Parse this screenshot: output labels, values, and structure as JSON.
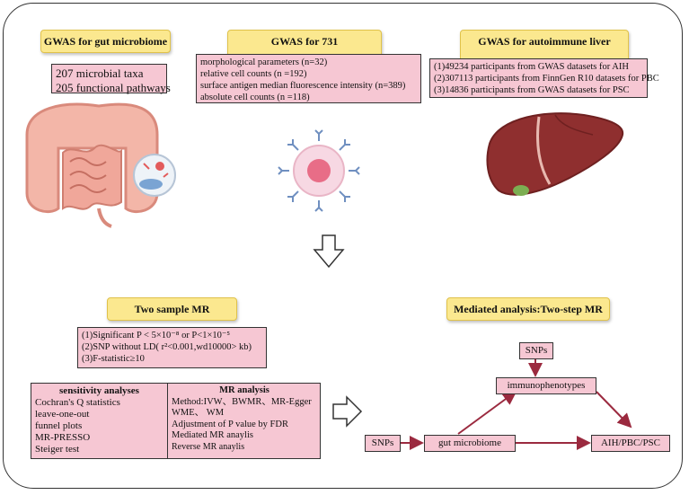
{
  "top": {
    "gut": {
      "title": "GWAS for gut microbiome",
      "lines": [
        "207 microbial taxa",
        "205 functional pathways"
      ]
    },
    "immuno": {
      "title": "GWAS for 731 immunophenotypes",
      "lines": [
        "morphological parameters (n=32)",
        "relative cell counts (n =192)",
        "surface antigen median fluorescence intensity (n=389)",
        "absolute cell counts (n =118)"
      ]
    },
    "liver": {
      "title": "GWAS for autoimmune liver diseases",
      "lines": [
        "(1)49234 participants from GWAS datasets for AIH",
        "(2)307113 participants from FinnGen R10 datasets for PBC",
        "(3)14836 participants from GWAS datasets for PSC"
      ]
    }
  },
  "mr": {
    "title": "Two sample MR",
    "criteria": [
      "(1)Significant P < 5×10⁻⁸ or P<1×10⁻⁵",
      "(2)SNP without LD( r²<0.001,wd10000> kb)",
      "(3)F-statistic≥10"
    ],
    "sensitivity_title": "sensitivity analyses",
    "sensitivity": [
      "Cochran's Q statistics",
      "leave-one-out",
      "funnel plots",
      "MR-PRESSO",
      "Steiger test"
    ],
    "analysis_title": "MR analysis",
    "analysis": [
      "Method:IVW、BWMR、MR-Egger",
      "WME、 WM",
      "Adjustment of P value by   FDR",
      "Mediated MR anaylis",
      "Reverse MR anaylis"
    ]
  },
  "mediation": {
    "title": "Mediated analysis:Two-step MR",
    "snps_top": "SNPs",
    "immunophenotypes": "immunophenotypes",
    "snps_left": "SNPs",
    "gut_microbiome": "gut microbiome",
    "outcome": "AIH/PBC/PSC"
  },
  "colors": {
    "yellow_label": "#fbe88f",
    "pink_box": "#f6c7d3",
    "arrow": "#9b2a3f"
  }
}
